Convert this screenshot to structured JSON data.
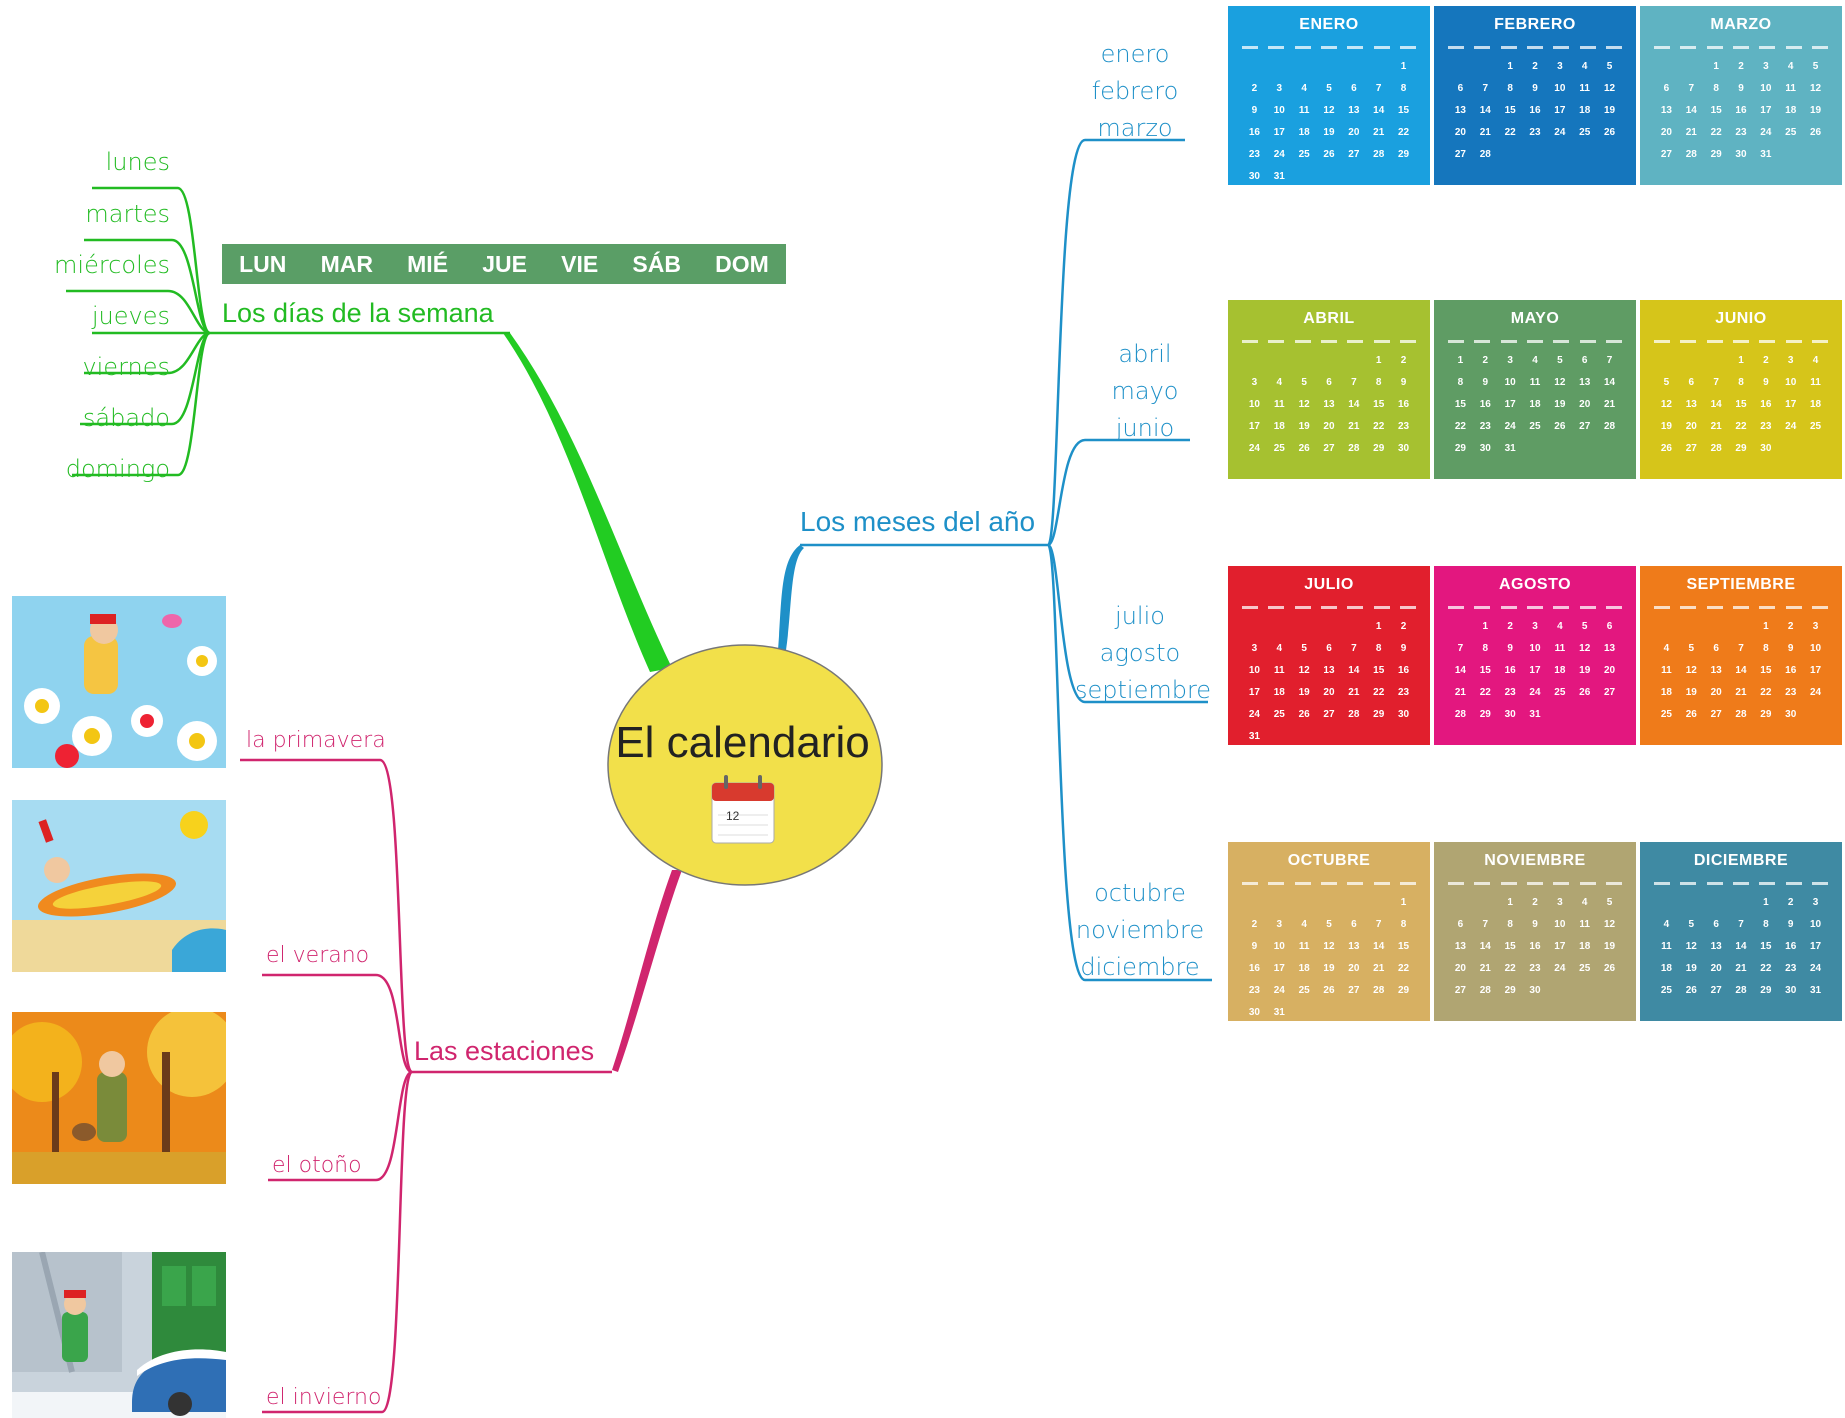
{
  "center": {
    "title": "El calendario",
    "icon": "calendar-icon",
    "icon_day": "12",
    "fill": "#f2e04a"
  },
  "semana": {
    "title": "Los días de la semana",
    "color": "#22bb22",
    "days": [
      "lunes",
      "martes",
      "miércoles",
      "jueves",
      "viernes",
      "sábado",
      "domingo"
    ],
    "abbr": [
      "LUN",
      "MAR",
      "MIÉ",
      "JUE",
      "VIE",
      "SÁB",
      "DOM"
    ]
  },
  "meses": {
    "title": "Los meses del año",
    "color": "#1e90c8",
    "groups": [
      {
        "lines": [
          "enero",
          "febrero",
          "marzo"
        ]
      },
      {
        "lines": [
          "abril",
          "mayo",
          "junio"
        ]
      },
      {
        "lines": [
          "julio",
          "agosto",
          "septiembre"
        ]
      },
      {
        "lines": [
          "octubre",
          "noviembre",
          "diciembre"
        ]
      }
    ],
    "calendars": [
      {
        "name": "ENERO",
        "color": "#1aa0df",
        "start": 6,
        "days": 31
      },
      {
        "name": "FEBRERO",
        "color": "#1576bd",
        "start": 2,
        "days": 28
      },
      {
        "name": "MARZO",
        "color": "#5fb3c2",
        "start": 2,
        "days": 31
      },
      {
        "name": "ABRIL",
        "color": "#a6c130",
        "start": 5,
        "days": 30
      },
      {
        "name": "MAYO",
        "color": "#5f9c64",
        "start": 0,
        "days": 31
      },
      {
        "name": "JUNIO",
        "color": "#d6c51a",
        "start": 3,
        "days": 30
      },
      {
        "name": "JULIO",
        "color": "#e11f2d",
        "start": 5,
        "days": 31
      },
      {
        "name": "AGOSTO",
        "color": "#e3177f",
        "start": 1,
        "days": 31
      },
      {
        "name": "SEPTIEMBRE",
        "color": "#ef7b1a",
        "start": 4,
        "days": 30
      },
      {
        "name": "OCTUBRE",
        "color": "#d7b062",
        "start": 6,
        "days": 31
      },
      {
        "name": "NOVIEMBRE",
        "color": "#b0a572",
        "start": 2,
        "days": 30
      },
      {
        "name": "DICIEMBRE",
        "color": "#3f8aa3",
        "start": 4,
        "days": 31
      }
    ]
  },
  "estaciones": {
    "title": "Las estaciones",
    "color": "#d0256e",
    "items": [
      "la primavera",
      "el verano",
      "el otoño",
      "el invierno"
    ],
    "images": [
      "spring-scene",
      "summer-scene",
      "autumn-scene",
      "winter-scene"
    ]
  }
}
